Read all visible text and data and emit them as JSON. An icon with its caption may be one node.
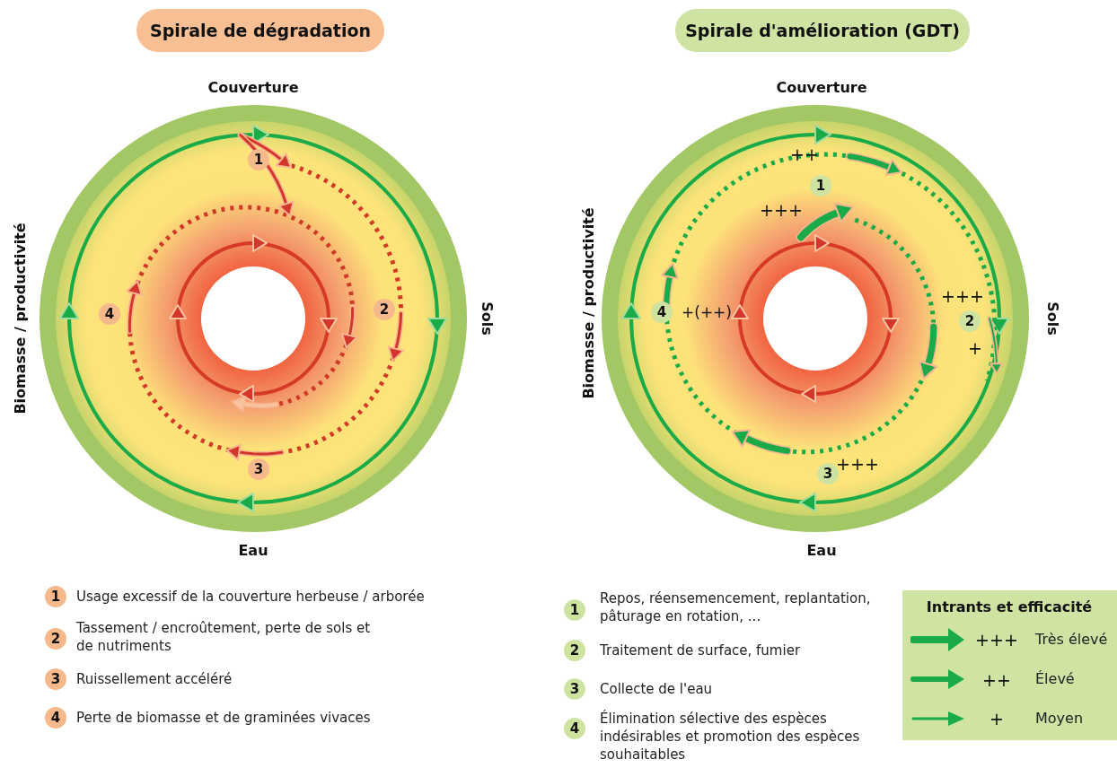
{
  "diagram": {
    "nodes": [
      {
        "text": [
          "Spirale de dégradation"
        ]
      },
      {
        "text": [
          "Spirale d'amélioration (GDT)"
        ]
      },
      {
        "text": [
          "1"
        ]
      },
      {
        "text": [
          "2"
        ]
      },
      {
        "text": [
          "3"
        ]
      },
      {
        "text": [
          "4"
        ]
      },
      {
        "text": [
          "1"
        ]
      },
      {
        "text": [
          "2"
        ]
      },
      {
        "text": [
          "3"
        ]
      },
      {
        "text": [
          "4"
        ]
      },
      {
        "text": [
          "1"
        ],
        "beside": [
          "Usage excessif de la couverture herbeuse / arborée"
        ]
      },
      {
        "text": [
          "2"
        ],
        "beside": [
          "Tassement / encroûtement, perte de sols et de nutriments"
        ]
      },
      {
        "text": [
          "3"
        ],
        "beside": [
          "Ruissellement accéléré"
        ]
      },
      {
        "text": [
          "4"
        ],
        "beside": [
          "Perte de biomasse et de graminées vivaces"
        ]
      },
      {
        "text": [
          "1"
        ],
        "beside": [
          "Repos, réensemencement, replantation, pâturage en rotation, ..."
        ]
      },
      {
        "text": [
          "2"
        ],
        "beside": [
          "Traitement de surface, fumier"
        ]
      },
      {
        "text": [
          "3"
        ],
        "beside": [
          "Collecte de l'eau"
        ]
      },
      {
        "text": [
          "4"
        ],
        "beside": [
          "Élimination sélective des espèces indésirables et promotion des espèces souhaitables"
        ]
      }
    ],
    "labels": [
      "Couverture",
      "Biomasse / productivité",
      "Sols",
      "Eau",
      "Couverture",
      "++",
      "+++",
      "Biomasse / productivité",
      "+(++)",
      "+++",
      "Sols",
      "+",
      "+++",
      "Eau",
      "Intrants et efficacité",
      "+++",
      "++",
      "+"
    ],
    "legend": [
      {
        "text": "Très élevé"
      },
      {
        "text": "Élevé"
      },
      {
        "text": "Moyen"
      }
    ]
  }
}
